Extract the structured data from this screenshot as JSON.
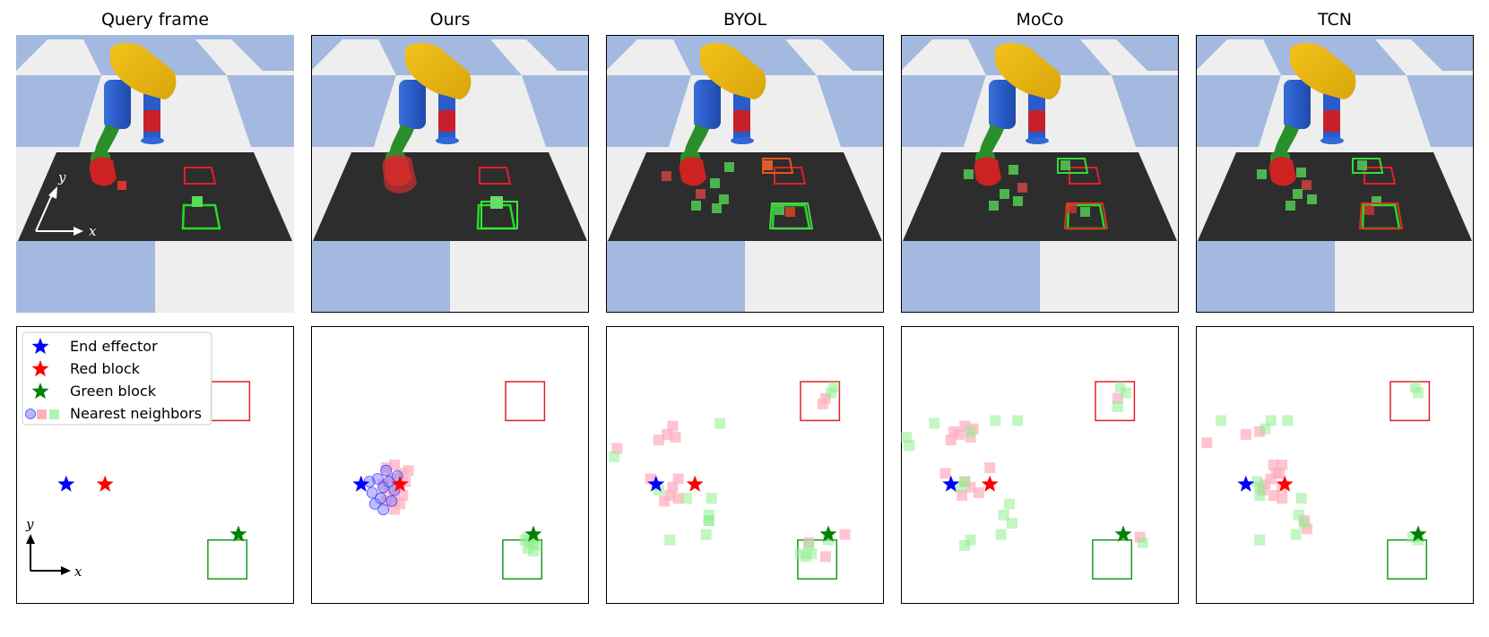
{
  "columns": [
    {
      "id": "query",
      "title": "Query frame"
    },
    {
      "id": "ours",
      "title": "Ours"
    },
    {
      "id": "byol",
      "title": "BYOL"
    },
    {
      "id": "moco",
      "title": "MoCo"
    },
    {
      "id": "tcn",
      "title": "TCN"
    }
  ],
  "axes": {
    "x": "x",
    "y": "y"
  },
  "legend": [
    {
      "label": "End effector",
      "marker": "star",
      "color": "#0000ff"
    },
    {
      "label": "Red block",
      "marker": "star",
      "color": "#ff0000"
    },
    {
      "label": "Green block",
      "marker": "star",
      "color": "#008000"
    },
    {
      "label": "Nearest neighbors",
      "marker": "neighbors",
      "color": "#9999ff"
    }
  ],
  "colors": {
    "end_effector": "#0000ff",
    "red_block": "#ff0000",
    "green_block": "#008000",
    "red_target": "#e0202a",
    "green_target": "#1a9a1a",
    "nn_blue": "#7070ff",
    "nn_pink": "#ffb0c0",
    "nn_green": "#90ee90",
    "floor_blue": "#a3b9e0",
    "floor_light": "#eeeeee",
    "table": "#2d2d2d"
  },
  "scene": {
    "end_effector": [
      0.18,
      0.57
    ],
    "red_block": [
      0.32,
      0.57
    ],
    "green_block": [
      0.8,
      0.75
    ],
    "red_target": [
      0.7,
      0.2,
      0.14,
      0.14
    ],
    "green_target": [
      0.69,
      0.77,
      0.14,
      0.14
    ]
  },
  "neighbors": {
    "ours": {
      "ee": [
        [
          0.24,
          0.55
        ],
        [
          0.26,
          0.58
        ],
        [
          0.22,
          0.6
        ],
        [
          0.25,
          0.62
        ],
        [
          0.28,
          0.56
        ],
        [
          0.27,
          0.52
        ],
        [
          0.23,
          0.64
        ],
        [
          0.29,
          0.63
        ],
        [
          0.3,
          0.59
        ],
        [
          0.21,
          0.56
        ],
        [
          0.26,
          0.66
        ],
        [
          0.31,
          0.54
        ]
      ],
      "red": [
        [
          0.27,
          0.51
        ],
        [
          0.3,
          0.5
        ],
        [
          0.33,
          0.53
        ],
        [
          0.29,
          0.55
        ],
        [
          0.31,
          0.58
        ],
        [
          0.33,
          0.61
        ],
        [
          0.28,
          0.6
        ],
        [
          0.32,
          0.64
        ],
        [
          0.3,
          0.62
        ],
        [
          0.26,
          0.57
        ],
        [
          0.34,
          0.56
        ],
        [
          0.3,
          0.66
        ],
        [
          0.35,
          0.52
        ],
        [
          0.27,
          0.63
        ]
      ],
      "green": [
        [
          0.78,
          0.76
        ],
        [
          0.79,
          0.78
        ],
        [
          0.8,
          0.77
        ],
        [
          0.78,
          0.8
        ],
        [
          0.81,
          0.79
        ],
        [
          0.77,
          0.77
        ],
        [
          0.8,
          0.81
        ]
      ]
    },
    "byol": {
      "red": [
        [
          0.04,
          0.44
        ],
        [
          0.22,
          0.39
        ],
        [
          0.24,
          0.36
        ],
        [
          0.19,
          0.41
        ],
        [
          0.25,
          0.4
        ],
        [
          0.16,
          0.55
        ],
        [
          0.24,
          0.58
        ],
        [
          0.26,
          0.55
        ],
        [
          0.23,
          0.61
        ],
        [
          0.21,
          0.63
        ],
        [
          0.26,
          0.62
        ],
        [
          0.79,
          0.26
        ],
        [
          0.78,
          0.28
        ],
        [
          0.86,
          0.75
        ],
        [
          0.73,
          0.78
        ],
        [
          0.79,
          0.83
        ]
      ],
      "green": [
        [
          0.41,
          0.35
        ],
        [
          0.03,
          0.47
        ],
        [
          0.19,
          0.59
        ],
        [
          0.38,
          0.62
        ],
        [
          0.29,
          0.62
        ],
        [
          0.37,
          0.68
        ],
        [
          0.37,
          0.7
        ],
        [
          0.37,
          0.7
        ],
        [
          0.36,
          0.75
        ],
        [
          0.23,
          0.77
        ],
        [
          0.81,
          0.24
        ],
        [
          0.82,
          0.22
        ],
        [
          0.73,
          0.79
        ],
        [
          0.8,
          0.77
        ],
        [
          0.74,
          0.82
        ],
        [
          0.72,
          0.83
        ],
        [
          0.7,
          0.82
        ]
      ]
    },
    "moco": {
      "red": [
        [
          0.19,
          0.38
        ],
        [
          0.21,
          0.39
        ],
        [
          0.23,
          0.36
        ],
        [
          0.18,
          0.41
        ],
        [
          0.26,
          0.37
        ],
        [
          0.25,
          0.4
        ],
        [
          0.16,
          0.53
        ],
        [
          0.23,
          0.56
        ],
        [
          0.25,
          0.58
        ],
        [
          0.22,
          0.61
        ],
        [
          0.32,
          0.51
        ],
        [
          0.28,
          0.6
        ],
        [
          0.78,
          0.26
        ],
        [
          0.86,
          0.76
        ]
      ],
      "green": [
        [
          0.12,
          0.35
        ],
        [
          0.02,
          0.4
        ],
        [
          0.03,
          0.43
        ],
        [
          0.25,
          0.38
        ],
        [
          0.34,
          0.34
        ],
        [
          0.42,
          0.34
        ],
        [
          0.23,
          0.56
        ],
        [
          0.21,
          0.58
        ],
        [
          0.39,
          0.64
        ],
        [
          0.37,
          0.68
        ],
        [
          0.4,
          0.71
        ],
        [
          0.25,
          0.77
        ],
        [
          0.23,
          0.79
        ],
        [
          0.36,
          0.75
        ],
        [
          0.79,
          0.22
        ],
        [
          0.78,
          0.29
        ],
        [
          0.81,
          0.24
        ],
        [
          0.87,
          0.78
        ]
      ]
    },
    "tcn": {
      "red": [
        [
          0.04,
          0.42
        ],
        [
          0.18,
          0.39
        ],
        [
          0.23,
          0.38
        ],
        [
          0.28,
          0.5
        ],
        [
          0.3,
          0.53
        ],
        [
          0.31,
          0.58
        ],
        [
          0.27,
          0.55
        ],
        [
          0.25,
          0.57
        ],
        [
          0.28,
          0.61
        ],
        [
          0.31,
          0.62
        ],
        [
          0.39,
          0.7
        ],
        [
          0.4,
          0.73
        ],
        [
          0.29,
          0.53
        ],
        [
          0.31,
          0.5
        ],
        [
          0.24,
          0.59
        ]
      ],
      "green": [
        [
          0.09,
          0.34
        ],
        [
          0.25,
          0.37
        ],
        [
          0.27,
          0.34
        ],
        [
          0.33,
          0.34
        ],
        [
          0.22,
          0.56
        ],
        [
          0.23,
          0.58
        ],
        [
          0.23,
          0.61
        ],
        [
          0.38,
          0.62
        ],
        [
          0.37,
          0.68
        ],
        [
          0.39,
          0.71
        ],
        [
          0.36,
          0.75
        ],
        [
          0.23,
          0.77
        ],
        [
          0.79,
          0.22
        ],
        [
          0.8,
          0.24
        ],
        [
          0.78,
          0.76
        ],
        [
          0.8,
          0.77
        ]
      ]
    }
  }
}
